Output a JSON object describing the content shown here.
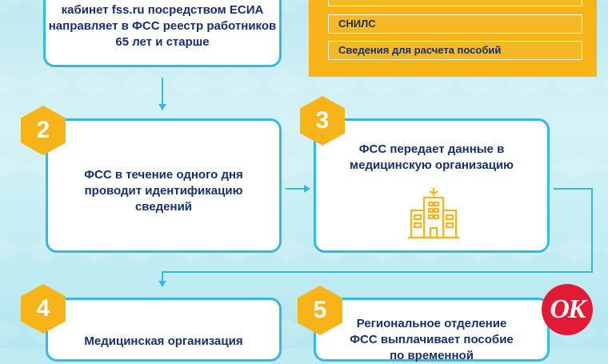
{
  "steps": {
    "step1": {
      "text": "кабинет fss.ru посредством ЕСИА направляет в ФСС реестр работников 65 лет  и старше"
    },
    "step2": {
      "number": "2",
      "text": "ФСС в течение одного дня проводит идентификацию сведений"
    },
    "step3": {
      "number": "3",
      "text": "ФСС передает данные в медицинскую организацию",
      "icon": "hospital-icon"
    },
    "step4": {
      "number": "4",
      "text": "Медицинская организация"
    },
    "step5": {
      "number": "5",
      "text": "Региональное отделение ФСС выплачивает пособие по временной"
    }
  },
  "info_panel": {
    "items": [
      "",
      "СНИЛС",
      "Сведения для расчета пособий"
    ]
  },
  "logo": {
    "text": "OK",
    "color": "#e21a35"
  },
  "colors": {
    "accent_blue": "#36b8df",
    "hexagon_orange": "#f6b418",
    "text_navy": "#17306b"
  }
}
